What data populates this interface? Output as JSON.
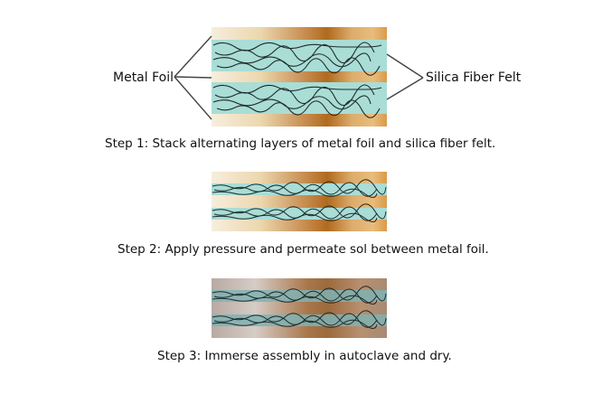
{
  "labels": {
    "metal_foil": "Metal Foil",
    "silica_felt": "Silica Fiber Felt"
  },
  "steps": [
    {
      "caption": "Step 1: Stack alternating layers of metal foil and silica fiber felt."
    },
    {
      "caption": "Step 2: Apply pressure and permeate sol between metal foil."
    },
    {
      "caption": "Step 3: Immerse assembly in autoclave and dry."
    }
  ],
  "colors": {
    "foil_light": "#f6eedd",
    "foil_mid": "#e9cf9e",
    "foil_dark": "#b06a1e",
    "foil_edge": "#d99a4a",
    "step3_light": "#d2c8c2",
    "step3_dark": "#9c6a3c",
    "felt": "#a9ddd6",
    "fiber": "#1f2a2a",
    "leader": "#444444"
  }
}
